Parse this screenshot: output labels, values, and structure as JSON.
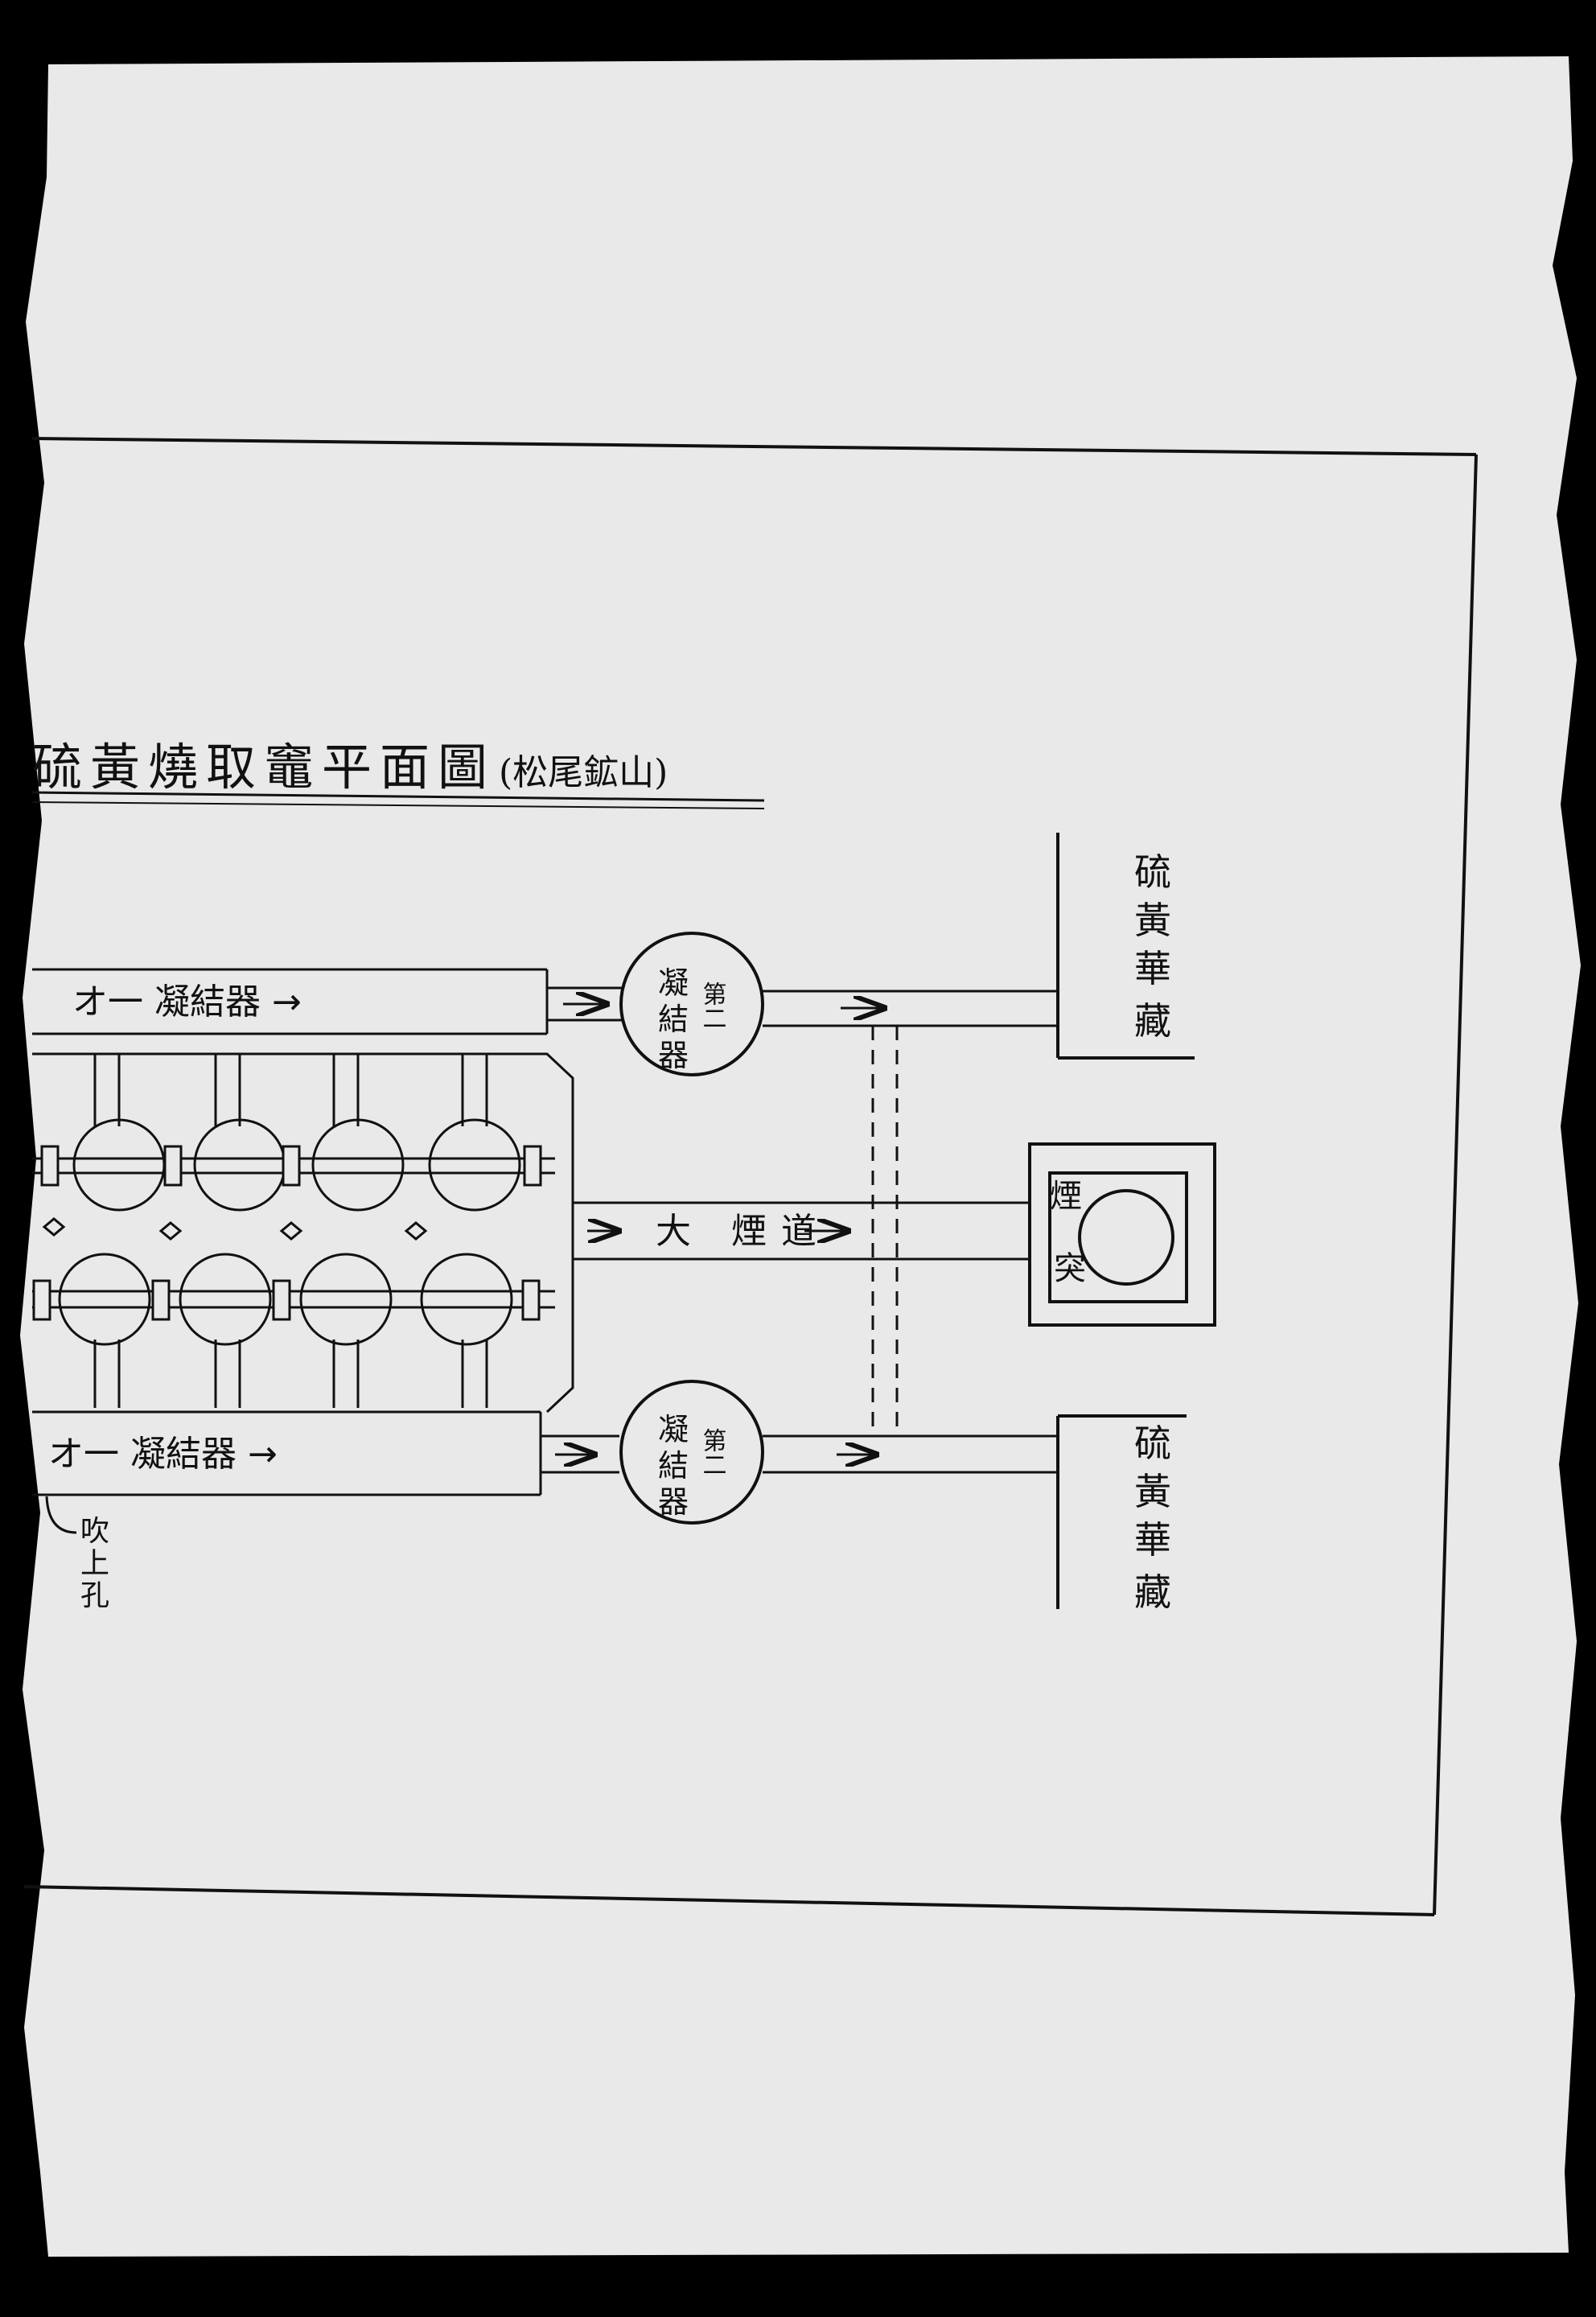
{
  "title": "硫黃燒取竈平面圖",
  "subtitle": "(松尾鉱山)",
  "labels": {
    "first_condenser_top": "オ一 凝結器 →",
    "first_condenser_bottom": "オ一 凝結器 →",
    "second_condenser_prefix": "第二",
    "second_condenser_name_1": "凝",
    "second_condenser_name_2": "結",
    "second_condenser_name_3": "器",
    "main_flue": "大 煙道",
    "chimney_1": "煙",
    "chimney_2": "突",
    "storage_1": "硫",
    "storage_2": "黃",
    "storage_3": "華",
    "storage_4": "藏",
    "blow_hole_1": "吹",
    "blow_hole_2": "上",
    "blow_hole_3": "孔"
  },
  "colors": {
    "paper": "#e9e9e9",
    "ink": "#111111",
    "background": "#000000"
  }
}
